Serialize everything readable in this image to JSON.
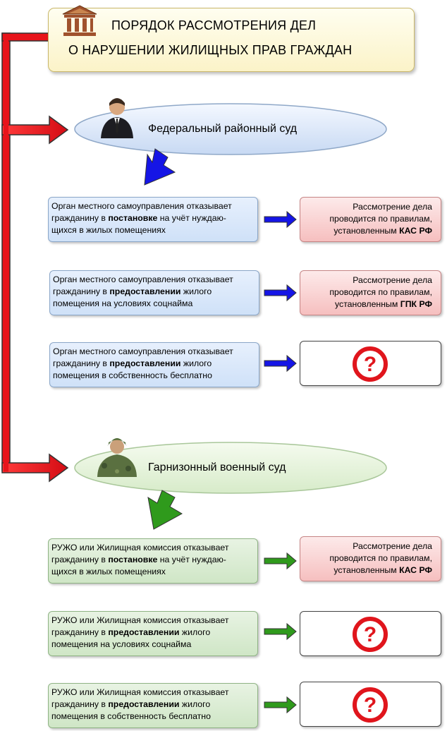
{
  "title": {
    "line1": "ПОРЯДОК РАССМОТРЕНИЯ ДЕЛ",
    "line2": "О НАРУШЕНИИ ЖИЛИЩНЫХ ПРАВ ГРАЖДАН"
  },
  "courts": {
    "federal": "Федеральный районный суд",
    "military": "Гарнизонный военный суд"
  },
  "federal_cases": [
    {
      "l1": "Орган местного самоуправления отказывает",
      "l2a": "гражданину в ",
      "l2b": "постановке",
      "l2c": " на учёт нуждаю-",
      "l3": "щихся в жилых помещениях",
      "result_l1": "Рассмотрение дела",
      "result_l2": "проводится по правилам,",
      "result_l3a": "установленным ",
      "result_l3b": "КАС РФ"
    },
    {
      "l1": "Орган местного самоуправления отказывает",
      "l2a": "гражданину в ",
      "l2b": "предоставлении",
      "l2c": " жилого",
      "l3": "помещения на условиях соцнайма",
      "result_l1": "Рассмотрение дела",
      "result_l2": "проводится по правилам,",
      "result_l3a": "установленным ",
      "result_l3b": "ГПК РФ"
    },
    {
      "l1": "Орган местного самоуправления отказывает",
      "l2a": "гражданину в ",
      "l2b": "предоставлении",
      "l2c": " жилого",
      "l3": "помещения в собственность бесплатно",
      "result_icon": "question-icon"
    }
  ],
  "military_cases": [
    {
      "l1": "РУЖО или Жилищная комиссия отказывает",
      "l2a": "гражданину в ",
      "l2b": "постановке",
      "l2c": " на учёт нуждаю-",
      "l3": "щихся в жилых помещениях",
      "result_l1": "Рассмотрение дела",
      "result_l2": "проводится по правилам,",
      "result_l3a": "установленным ",
      "result_l3b": "КАС РФ"
    },
    {
      "l1": "РУЖО или Жилищная комиссия отказывает",
      "l2a": "гражданину в ",
      "l2b": "предоставлении",
      "l2c": " жилого",
      "l3": "помещения на условиях соцнайма",
      "result_icon": "question-icon"
    },
    {
      "l1": "РУЖО или Жилищная комиссия отказывает",
      "l2a": "гражданину в ",
      "l2b": "предоставлении",
      "l2c": " жилого",
      "l3": "помещения в собственность бесплатно",
      "result_icon": "question-icon"
    }
  ],
  "colors": {
    "red_connector": "#e8141b",
    "blue_arrow": "#1515e6",
    "green_arrow": "#2f9a1c",
    "question_red": "#e0151c"
  }
}
